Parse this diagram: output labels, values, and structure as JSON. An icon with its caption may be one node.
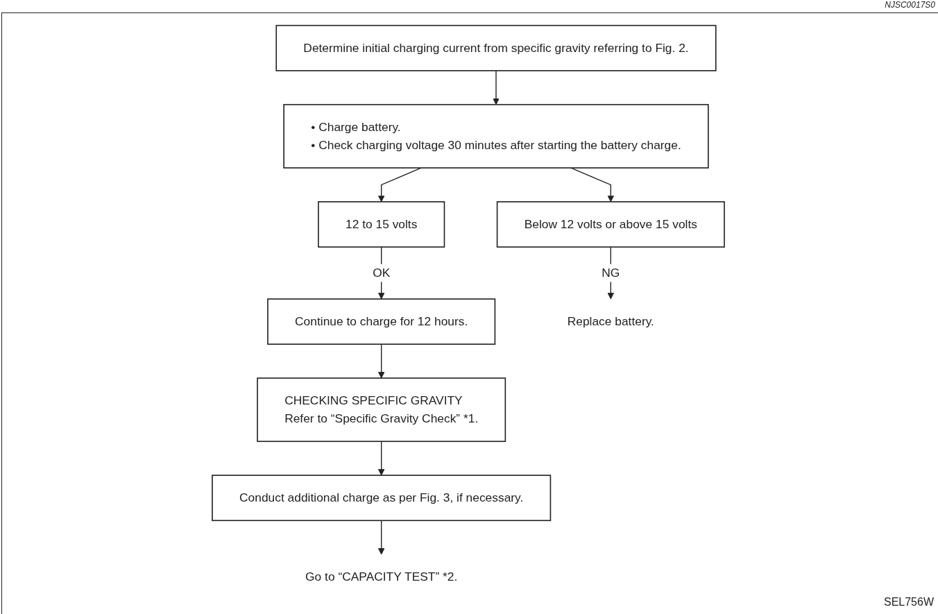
{
  "diagram": {
    "nodes": [
      {
        "text": [
          "Determine initial charging current from specific gravity referring to Fig. 2."
        ]
      },
      {
        "text": [
          "• Charge battery.",
          "• Check charging voltage 30 minutes after starting the battery charge."
        ]
      },
      {
        "text": [
          "12 to 15 volts"
        ]
      },
      {
        "text": [
          "Below 12 volts or above 15 volts"
        ]
      },
      {
        "text": [
          "Continue to charge for 12 hours."
        ]
      },
      {
        "text": [
          "CHECKING SPECIFIC GRAVITY",
          "Refer to “Specific Gravity Check” *1."
        ]
      },
      {
        "text": [
          "Conduct additional charge as per Fig. 3, if necessary."
        ]
      },
      {
        "text": [
          "Replace battery."
        ]
      },
      {
        "text": [
          "Go to “CAPACITY TEST” *2."
        ]
      }
    ],
    "edges": [
      {
        "from": 0,
        "to": 1,
        "arrow": "to"
      },
      {
        "from": 1,
        "to": 2,
        "arrow": "to"
      },
      {
        "from": 1,
        "to": 3,
        "arrow": "to"
      },
      {
        "from": 2,
        "to": 4,
        "label": "OK",
        "arrow": "to"
      },
      {
        "from": 3,
        "to": 7,
        "label": "NG",
        "arrow": "to"
      },
      {
        "from": 4,
        "to": 5,
        "arrow": "to"
      },
      {
        "from": 5,
        "to": 6,
        "arrow": "to"
      },
      {
        "from": 6,
        "to": 8,
        "arrow": "to"
      }
    ],
    "labels": [
      "NJSC0017S0",
      "SEL756W"
    ]
  }
}
